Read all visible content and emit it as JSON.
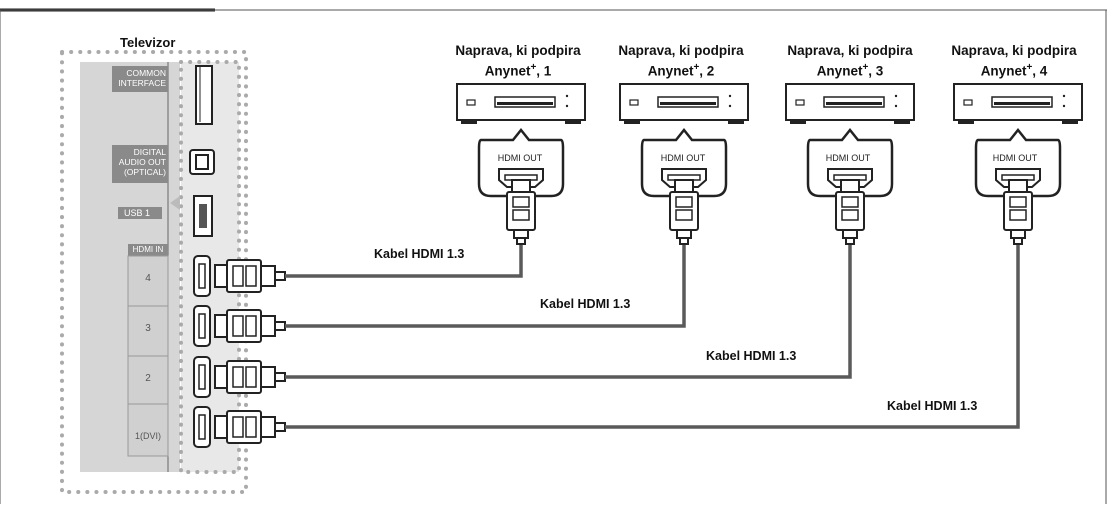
{
  "tv": {
    "title": "Televizor",
    "common_interface": "COMMON\nINTERFACE",
    "digital_audio_out": "DIGITAL\nAUDIO OUT\n(OPTICAL)",
    "usb": "USB 1",
    "hdmi_in": "HDMI IN",
    "ports": [
      "4",
      "3",
      "2",
      "1(DVI)"
    ]
  },
  "devices": [
    {
      "line1": "Naprava, ki podpira",
      "line2": "Anynet",
      "sup": "+",
      "num": ", 1",
      "port": "HDMI OUT"
    },
    {
      "line1": "Naprava, ki podpira",
      "line2": "Anynet",
      "sup": "+",
      "num": ", 2",
      "port": "HDMI OUT"
    },
    {
      "line1": "Naprava, ki podpira",
      "line2": "Anynet",
      "sup": "+",
      "num": ", 3",
      "port": "HDMI OUT"
    },
    {
      "line1": "Naprava, ki podpira",
      "line2": "Anynet",
      "sup": "+",
      "num": ", 4",
      "port": "HDMI OUT"
    }
  ],
  "cables": [
    "Kabel HDMI 1.3",
    "Kabel HDMI 1.3",
    "Kabel HDMI 1.3",
    "Kabel HDMI 1.3"
  ],
  "colors": {
    "panel": "#d9d9d9",
    "panel_dark": "#8c8c8c",
    "cable": "#5a5a5a",
    "line": "#222222"
  }
}
